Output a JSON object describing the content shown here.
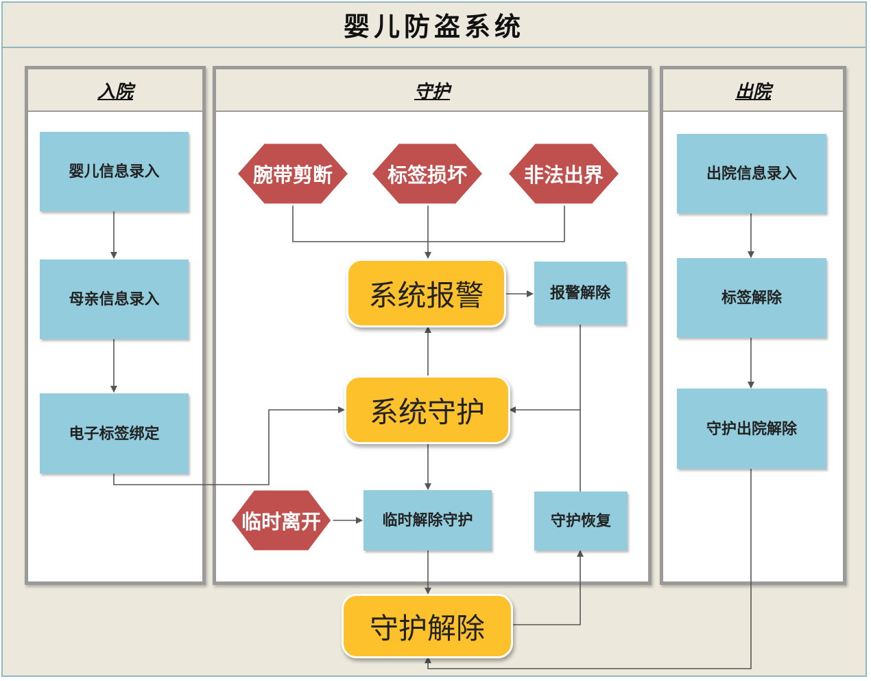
{
  "title": "婴儿防盗系统",
  "lanes": {
    "admission": {
      "title": "入院"
    },
    "guard": {
      "title": "守护"
    },
    "discharge": {
      "title": "出院"
    }
  },
  "admission": {
    "baby_info": "婴儿信息录入",
    "mother_info": "母亲信息录入",
    "tag_bind": "电子标签绑定"
  },
  "guard": {
    "alerts": {
      "strap_cut": "腕带剪断",
      "tag_damage": "标签损坏",
      "illegal_exit": "非法出界",
      "temp_leave": "临时离开"
    },
    "system_alarm": "系统报警",
    "alarm_clear": "报警解除",
    "system_guard": "系统守护",
    "temp_release": "临时解除守护",
    "guard_restore": "守护恢复",
    "guard_release": "守护解除"
  },
  "discharge": {
    "discharge_info": "出院信息录入",
    "tag_release": "标签解除",
    "guard_discharge_release": "守护出院解除"
  },
  "colors": {
    "background": "#ece9dc",
    "step_box": "#93cddd",
    "key_box": "#fdc12b",
    "alert_hexagon": "#c0504d",
    "connector": "#555555"
  }
}
